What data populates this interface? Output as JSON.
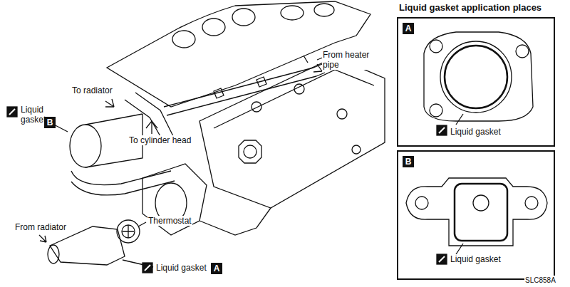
{
  "diagram": {
    "title": "Liquid gasket application places",
    "nodes": [
      {
        "text": [
          "A",
          "Liquid gasket"
        ]
      },
      {
        "text": [
          "B",
          "Liquid gasket"
        ]
      }
    ],
    "labels": [
      "From heater pipe",
      "To radiator",
      "Liquid gasket",
      "B",
      "To cylinder head",
      "Thermostat",
      "From radiator",
      "Liquid gasket",
      "A",
      "SLC858A"
    ]
  }
}
